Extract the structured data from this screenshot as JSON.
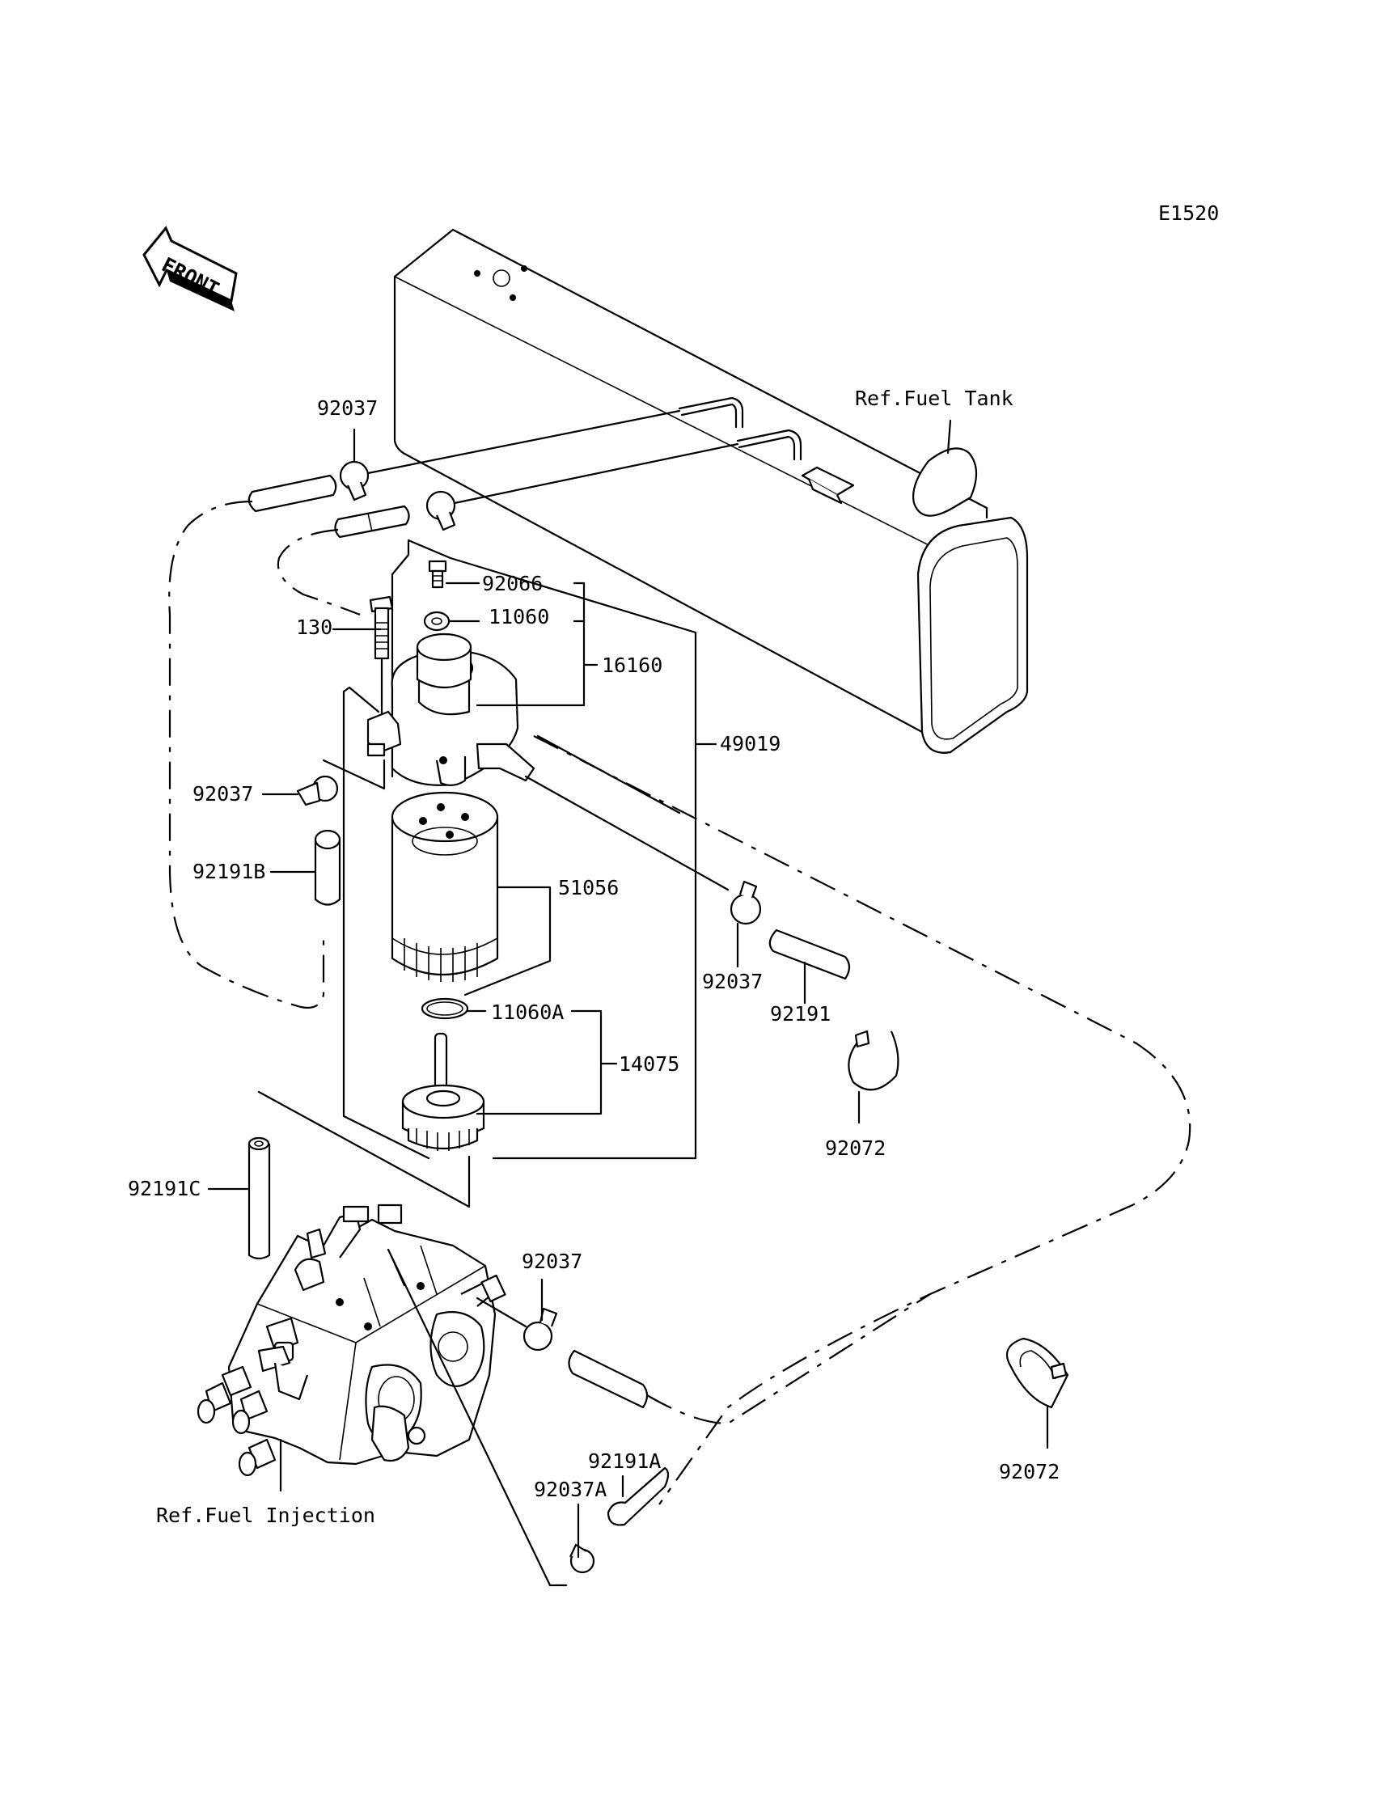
{
  "diagram_code": "E1520",
  "front_label": "FRONT",
  "labels": {
    "ref_fuel_tank": "Ref.Fuel Tank",
    "ref_fuel_injection": "Ref.Fuel Injection",
    "p92037_top": "92037",
    "p92066": "92066",
    "p11060": "11060",
    "p130": "130",
    "p16160": "16160",
    "p49019": "49019",
    "p92037_left": "92037",
    "p92191B": "92191B",
    "p51056": "51056",
    "p92037_mid": "92037",
    "p92191": "92191",
    "p11060A": "11060A",
    "p14075": "14075",
    "p92072_mid": "92072",
    "p92191C": "92191C",
    "p92037_bottom": "92037",
    "p92191A": "92191A",
    "p92037A": "92037A",
    "p92072_bottom": "92072"
  }
}
